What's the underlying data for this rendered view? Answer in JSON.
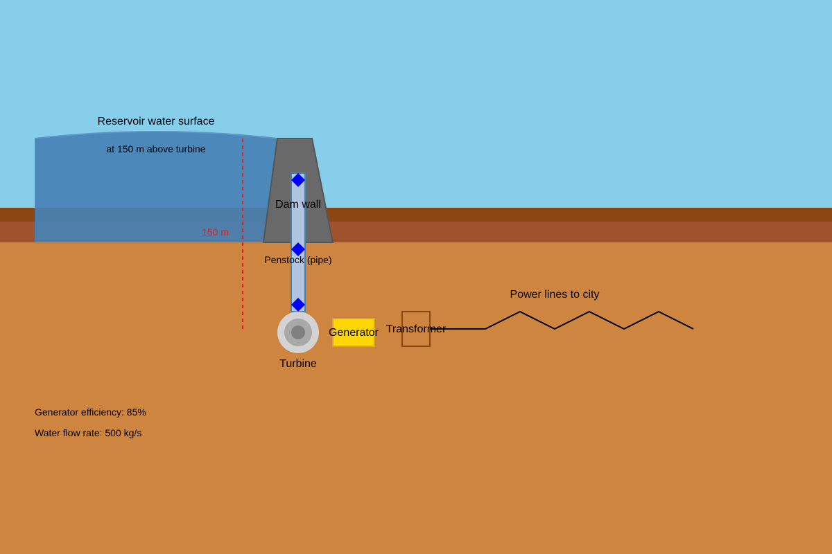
{
  "diagram": {
    "labels": {
      "reservoir_title": "Reservoir water surface",
      "reservoir_subtitle": "at 150 m above turbine",
      "dam": "Dam wall",
      "penstock": "Penstock (pipe)",
      "height": "150 m",
      "turbine": "Turbine",
      "generator": "Generator",
      "transformer": "Transformer",
      "power_lines": "Power lines to city"
    },
    "info": {
      "efficiency": "Generator efficiency: 85%",
      "flow_rate": "Water flow rate: 500 kg/s"
    },
    "colors": {
      "sky": "#87CEEB",
      "water": "#4682B4",
      "ground": "#CD853F",
      "topsoil_dark": "#8B4513",
      "topsoil_mid": "#A0522D",
      "dam": "#696969",
      "penstock": "#B0C4DE",
      "flow_marker": "#0000FF",
      "turbine_outer": "#D3D3D3",
      "generator": "#FFD700",
      "transformer_border": "#8B4513",
      "height_marker": "#E02020",
      "power_line": "#000000"
    }
  }
}
